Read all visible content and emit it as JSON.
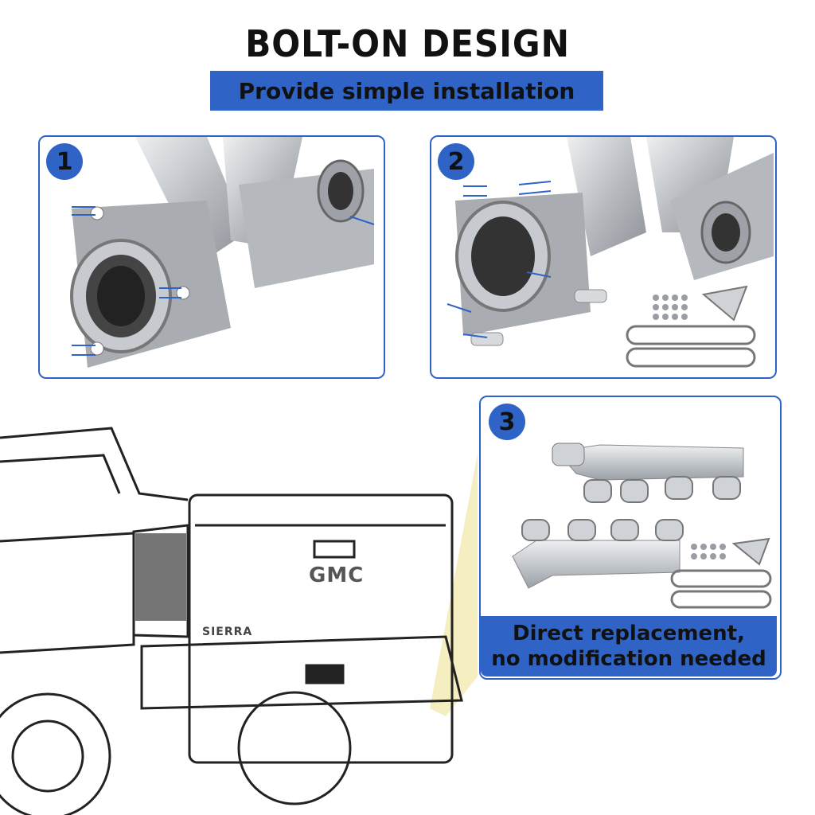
{
  "header": {
    "title": "BOLT-ON DESIGN",
    "subtitle": "Provide simple installation"
  },
  "steps": [
    {
      "number": "1"
    },
    {
      "number": "2"
    },
    {
      "number": "3",
      "caption_line1": "Direct replacement,",
      "caption_line2": "no modification needed"
    }
  ],
  "truck": {
    "brand_badge": "GMC",
    "model_badge": "SIERRA"
  },
  "colors": {
    "accent": "#2f64c6",
    "steel": "#c9ccd0",
    "highlight": "#f3eab0"
  }
}
